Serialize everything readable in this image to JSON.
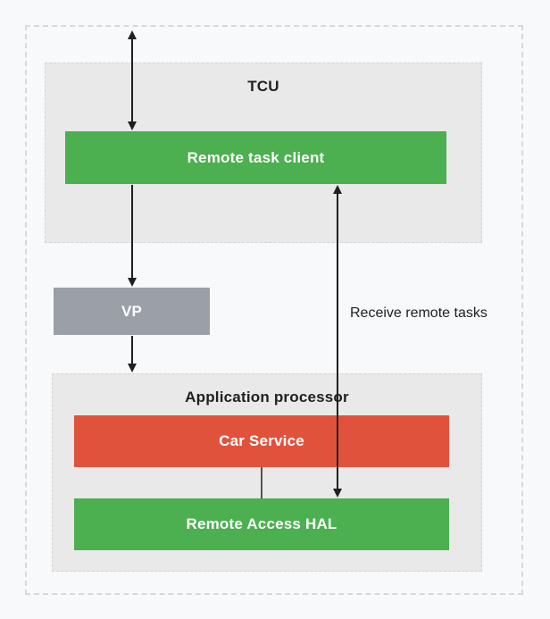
{
  "diagram": {
    "tcu": {
      "title": "TCU",
      "client_label": "Remote task client"
    },
    "vp": {
      "label": "VP"
    },
    "receive_arrow": {
      "label": "Receive remote tasks"
    },
    "app_processor": {
      "title": "Application processor",
      "car_service_label": "Car Service",
      "remote_access_hal_label": "Remote Access HAL"
    },
    "colors": {
      "green": "#4caf50",
      "red": "#e1523d",
      "gray": "#9aa0a6",
      "container_bg": "#e9e9e9",
      "page_bg": "#f8f9fa",
      "arrow": "#1f1f1f",
      "dashed_border": "#d8d8d8"
    }
  }
}
